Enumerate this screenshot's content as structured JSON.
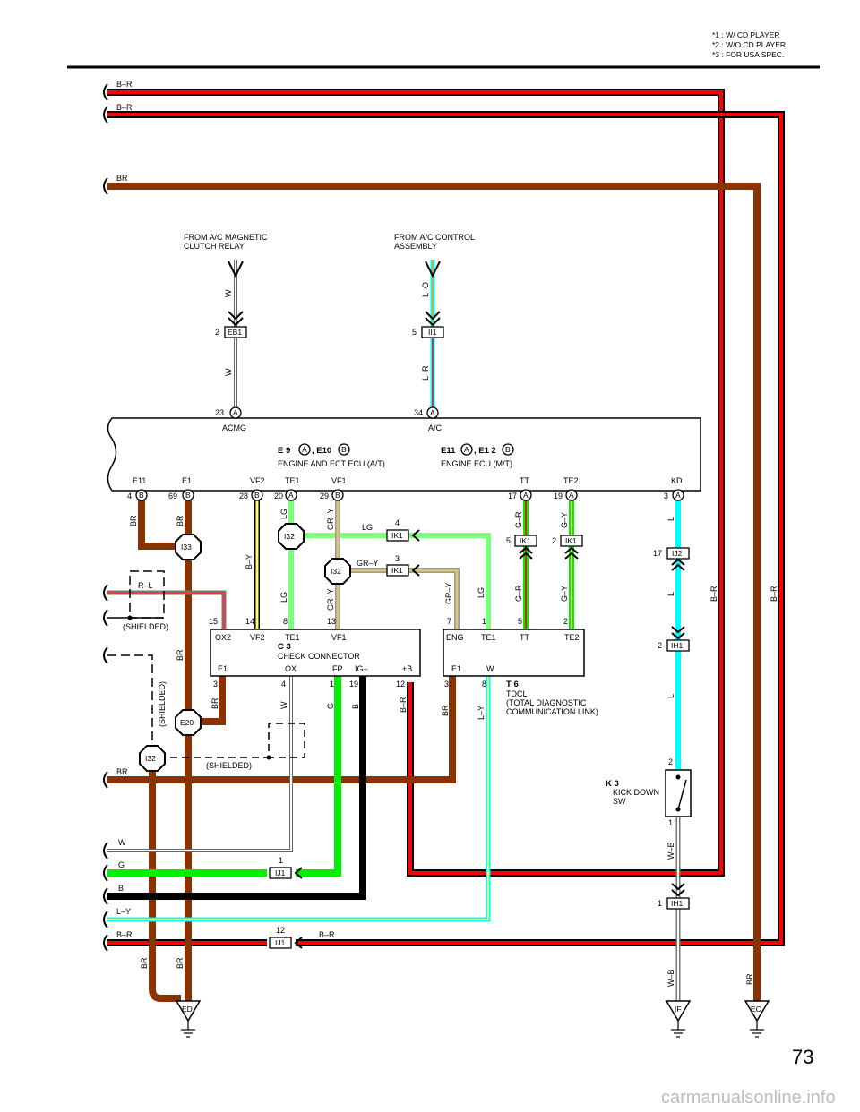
{
  "header_notes": [
    "*1  : W/ CD PLAYER",
    "*2  : W/O CD PLAYER",
    "*3  : FOR USA SPEC."
  ],
  "page_number": "73",
  "watermark": "carmanualsonline.info",
  "wires_left": {
    "br_top_1": "B–R",
    "br_top_2": "B–R",
    "br_top_3": "BR",
    "shield_rl": "R–L",
    "shielded_1": "(SHIELDED)",
    "shielded_2": "(SHIELDED)",
    "shielded_3": "(SHIELDED)",
    "br_mid": "BR",
    "w": "W",
    "g": "G",
    "b": "B",
    "ly": "L–Y",
    "br_bottom": "B–R",
    "br_bottom_right": "B–R"
  },
  "from_labels": {
    "ac_relay": [
      "FROM A/C MAGNETIC",
      "CLUTCH RELAY"
    ],
    "ac_control": [
      "FROM A/C CONTROL",
      "ASSEMBLY"
    ]
  },
  "wire_colors": {
    "w1": "W",
    "w2": "W",
    "lo": "L–O",
    "lr": "L–R",
    "br1": "BR",
    "br2": "BR",
    "by": "B–Y",
    "lg1": "LG",
    "gry1": "GR–Y",
    "lg2": "LG",
    "gry2": "GR–Y",
    "lg3": "LG",
    "gry3": "GR–Y",
    "lg4": "LG",
    "gry4": "GR–Y",
    "gr1": "G–R",
    "gy1": "G–Y",
    "gr2": "G–R",
    "gy2": "G–Y",
    "l1": "L",
    "l2": "L",
    "l3": "L",
    "br3": "BR",
    "br4": "BR",
    "w3": "W",
    "g1": "G",
    "b1": "B",
    "br5": "B–R",
    "br6": "BR",
    "ly1": "L–Y",
    "br7": "B–R",
    "br8": "B–R",
    "wb1": "W–B",
    "wb2": "W–B",
    "br9": "BR",
    "br10": "BR",
    "br11": "BR"
  },
  "connectors": {
    "eb1": {
      "id": "EB1",
      "pin": "2"
    },
    "ii1": {
      "id": "II1",
      "pin": "5"
    },
    "ik1_a": {
      "id": "IK1",
      "pin": "4"
    },
    "ik1_b": {
      "id": "IK1",
      "pin": "3"
    },
    "ik1_c": {
      "id": "IK1",
      "pin": "5"
    },
    "ik1_d": {
      "id": "IK1",
      "pin": "2"
    },
    "ij2": {
      "id": "IJ2",
      "pin": "17"
    },
    "ih1_a": {
      "id": "IH1",
      "pin": "2"
    },
    "ih1_b": {
      "id": "IH1",
      "pin": "1"
    },
    "ij1_a": {
      "id": "IJ1",
      "pin": "1"
    },
    "ij1_b": {
      "id": "IJ1",
      "pin": "12"
    }
  },
  "splices": {
    "i33": "I33",
    "i32_a": "I32",
    "i32_b": "I32",
    "i32_c": "I32",
    "e20": "E20"
  },
  "grounds": {
    "ed": "ED",
    "if": "IF",
    "ec": "EC"
  },
  "ecu": {
    "title1_pre": "E 9",
    "title1_a": "A",
    "title1_mid": ", E10",
    "title1_b": "B",
    "title1_name": "ENGINE AND ECT ECU (A/T)",
    "title2_pre": "E11",
    "title2_a": "A",
    "title2_mid": ", E1 2",
    "title2_b": "B",
    "title2_name": "ENGINE ECU (M/T)",
    "top_pins": [
      {
        "num": "23",
        "letter": "A",
        "name": "ACMG"
      },
      {
        "num": "34",
        "letter": "A",
        "name": "A/C"
      }
    ],
    "bottom_pins": [
      {
        "num": "4",
        "letter": "B",
        "name": "E11"
      },
      {
        "num": "69",
        "letter": "B",
        "name": "E1"
      },
      {
        "num": "28",
        "letter": "B",
        "name": "VF2"
      },
      {
        "num": "20",
        "letter": "A",
        "name": "TE1"
      },
      {
        "num": "29",
        "letter": "B",
        "name": "VF1"
      },
      {
        "num": "17",
        "letter": "A",
        "name": "TT"
      },
      {
        "num": "19",
        "letter": "A",
        "name": "TE2"
      },
      {
        "num": "3",
        "letter": "A",
        "name": "KD"
      }
    ]
  },
  "c3": {
    "code": "C 3",
    "name": "CHECK CONNECTOR",
    "top_pins": [
      "15",
      "14",
      "8",
      "13"
    ],
    "top_labels": [
      "OX2",
      "VF2",
      "TE1",
      "VF1"
    ],
    "bottom_labels": [
      "E1",
      "OX",
      "FP",
      "IG–",
      "+B"
    ],
    "bottom_pins": [
      "3",
      "4",
      "1",
      "19",
      "12"
    ]
  },
  "t6": {
    "code": "T 6",
    "name": [
      "TDCL",
      "(TOTAL DIAGNOSTIC",
      " COMMUNICATION LINK)"
    ],
    "top_pins": [
      "7",
      "1",
      "5",
      "2"
    ],
    "top_labels": [
      "ENG",
      "TE1",
      "TT",
      "TE2"
    ],
    "bottom_labels": [
      "E1",
      "W"
    ],
    "bottom_pins": [
      "3",
      "8"
    ]
  },
  "k3": {
    "code": "K 3",
    "name": [
      "KICK DOWN",
      "SW"
    ],
    "pin_top": "2",
    "pin_bottom": "1"
  },
  "colors": {
    "br": "#8B3300",
    "green": "#00EE00",
    "light_green": "#7CFF7C",
    "cyan": "#00FFFF",
    "red": "#FF0000",
    "yellow": "#FFFF66",
    "tan": "#D8C47A",
    "gray": "#BBBBBB"
  }
}
